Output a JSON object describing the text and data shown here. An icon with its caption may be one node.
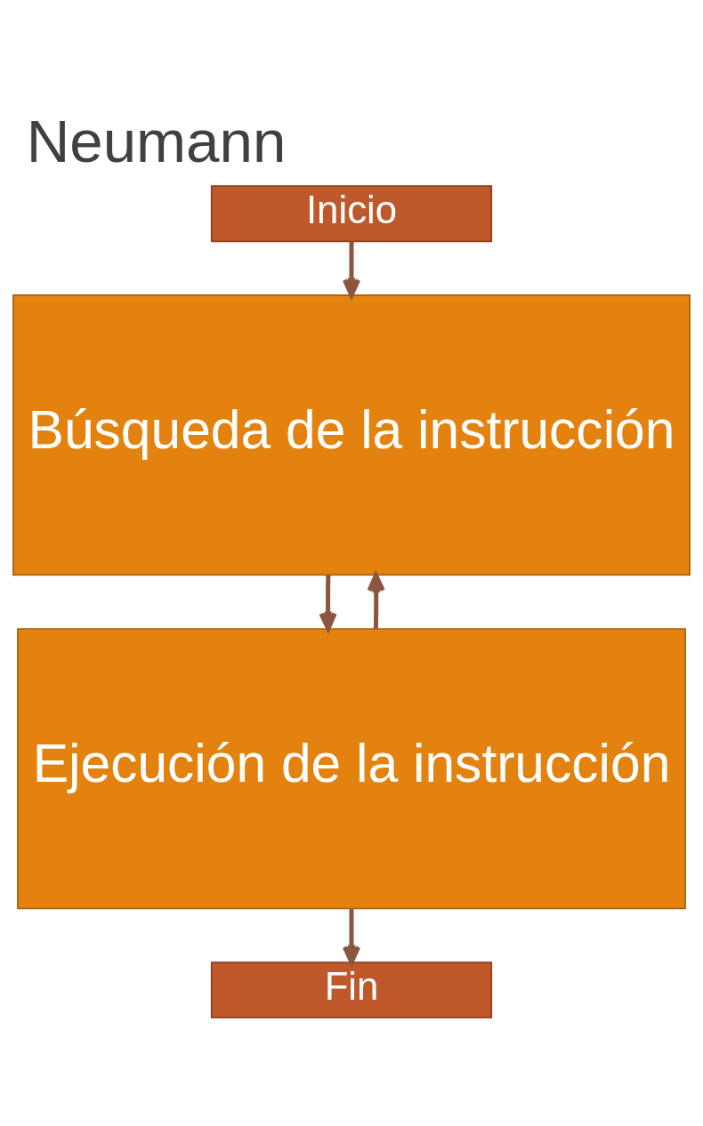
{
  "diagram": {
    "title": "Neumann",
    "nodes": [
      {
        "text": [
          "Inicio"
        ]
      },
      {
        "text": [
          "Búsqueda de la instrucción"
        ]
      },
      {
        "text": [
          "Ejecución de la instrucción"
        ]
      },
      {
        "text": [
          "Fin"
        ]
      }
    ],
    "edges": [
      {
        "from": 0,
        "to": 1,
        "arrow": "to"
      },
      {
        "from": 1,
        "to": 2,
        "arrow": "to"
      },
      {
        "from": 2,
        "to": 1,
        "arrow": "to"
      },
      {
        "from": 2,
        "to": 3,
        "arrow": "to"
      }
    ]
  }
}
